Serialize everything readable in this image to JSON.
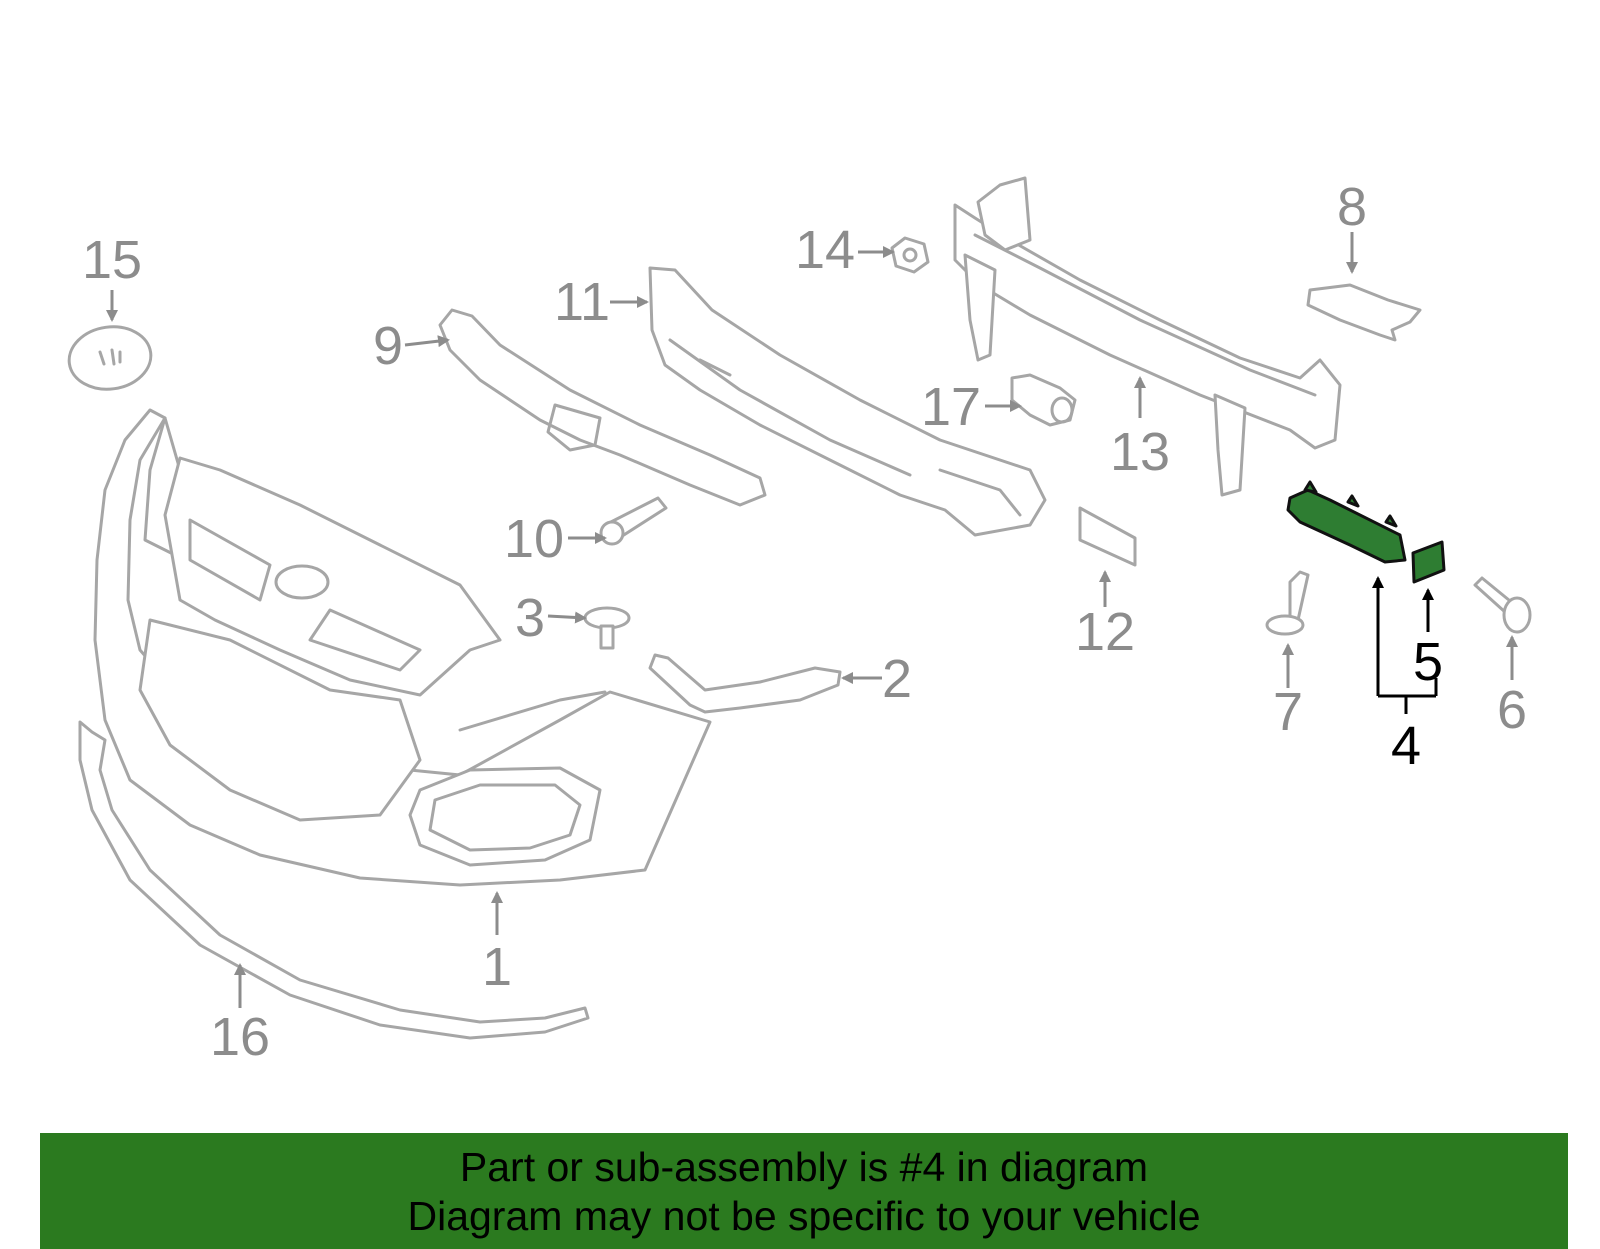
{
  "diagram": {
    "highlight_color": "#2b7a1f",
    "callouts": [
      "1",
      "2",
      "3",
      "4",
      "5",
      "6",
      "7",
      "8",
      "9",
      "10",
      "11",
      "12",
      "13",
      "14",
      "15",
      "16",
      "17"
    ],
    "highlighted_callouts": [
      "4",
      "5"
    ]
  },
  "banner": {
    "line1": "Part or sub-assembly is #4 in diagram",
    "line2": "Diagram may not be specific to your vehicle"
  }
}
